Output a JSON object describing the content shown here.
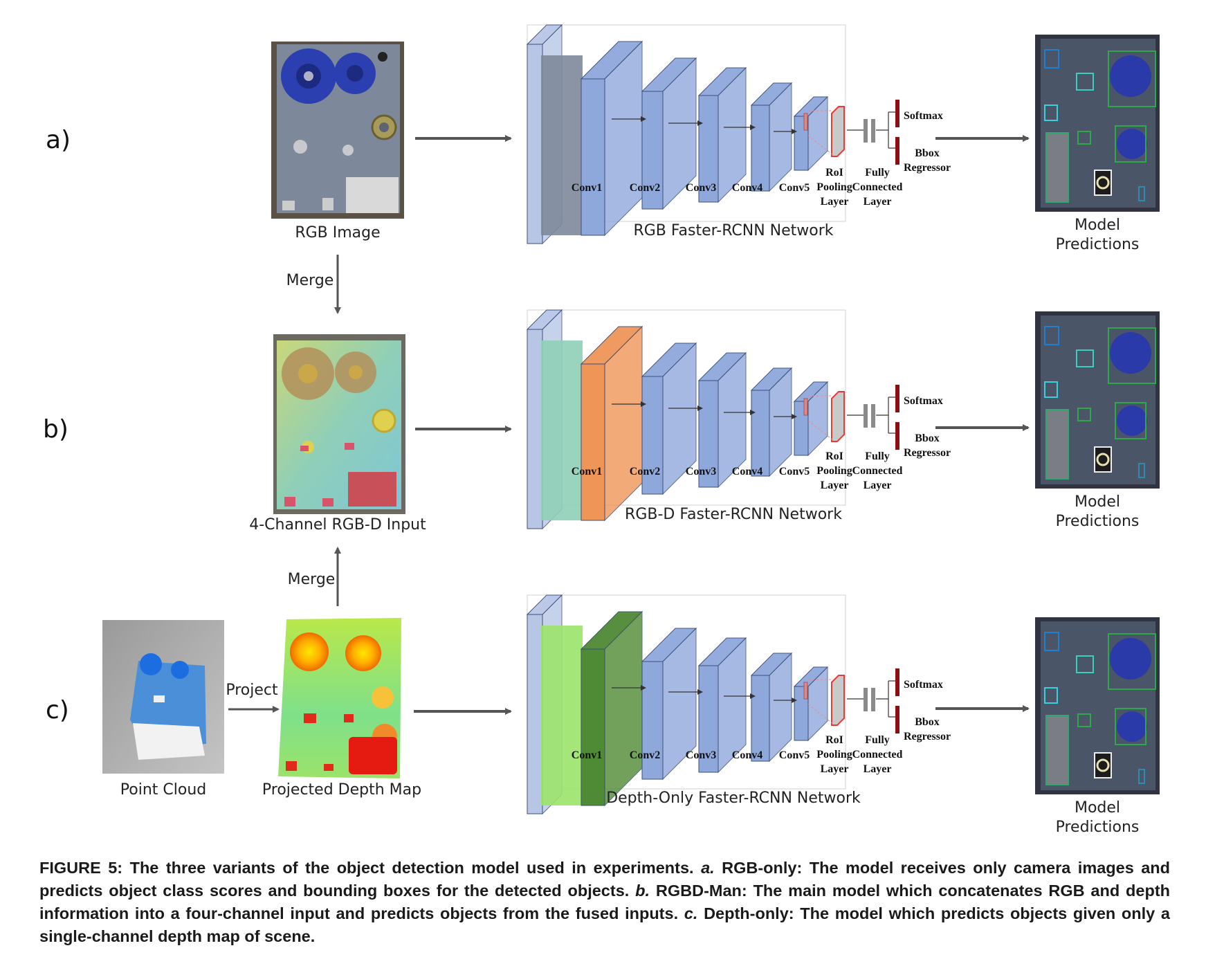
{
  "row_labels": [
    "a)",
    "b)",
    "c)"
  ],
  "rgb_image_label": "RGB Image",
  "rgbd_input_label": "4-Channel RGB-D Input",
  "point_cloud_label": "Point Cloud",
  "depth_map_label": "Projected Depth Map",
  "merge_label": "Merge",
  "project_label": "Project",
  "networks": [
    {
      "name": "RGB Faster-RCNN Network",
      "first_layer_color": "#8fa8dc"
    },
    {
      "name": "RGB-D Faster-RCNN Network",
      "first_layer_color": "#ef9558"
    },
    {
      "name": "Depth-Only Faster-RCNN Network",
      "first_layer_color": "#4f8a34"
    }
  ],
  "layers": {
    "conv": [
      "Conv1",
      "Conv2",
      "Conv3",
      "Conv4",
      "Conv5"
    ],
    "roi": [
      "RoI",
      "Pooling",
      "Layer"
    ],
    "fc": [
      "Fully",
      "Connected",
      "Layer"
    ],
    "softmax": "Softmax",
    "bbox": [
      "Bbox",
      "Regressor"
    ]
  },
  "predictions_label": [
    "Model",
    "Predictions"
  ],
  "caption": {
    "fig": "FIGURE 5: The three variants of the object detection model used in experiments.",
    "a_tag": "a.",
    "a_text": "RGB-only: The model receives only camera images and predicts object class scores and bounding boxes for the detected objects.",
    "b_tag": "b.",
    "b_text": "RGBD-Man: The main model which concatenates RGB and depth information into a four-channel input and predicts objects from the fused inputs.",
    "c_tag": "c.",
    "c_text": "Depth-only: The model which predicts objects given only a single-channel depth map of scene."
  },
  "colors": {
    "conv_layer": "#8fa8dc",
    "arrow": "#555555",
    "roi_box": "#e23b3b",
    "bar_dark": "#8c0f14"
  }
}
